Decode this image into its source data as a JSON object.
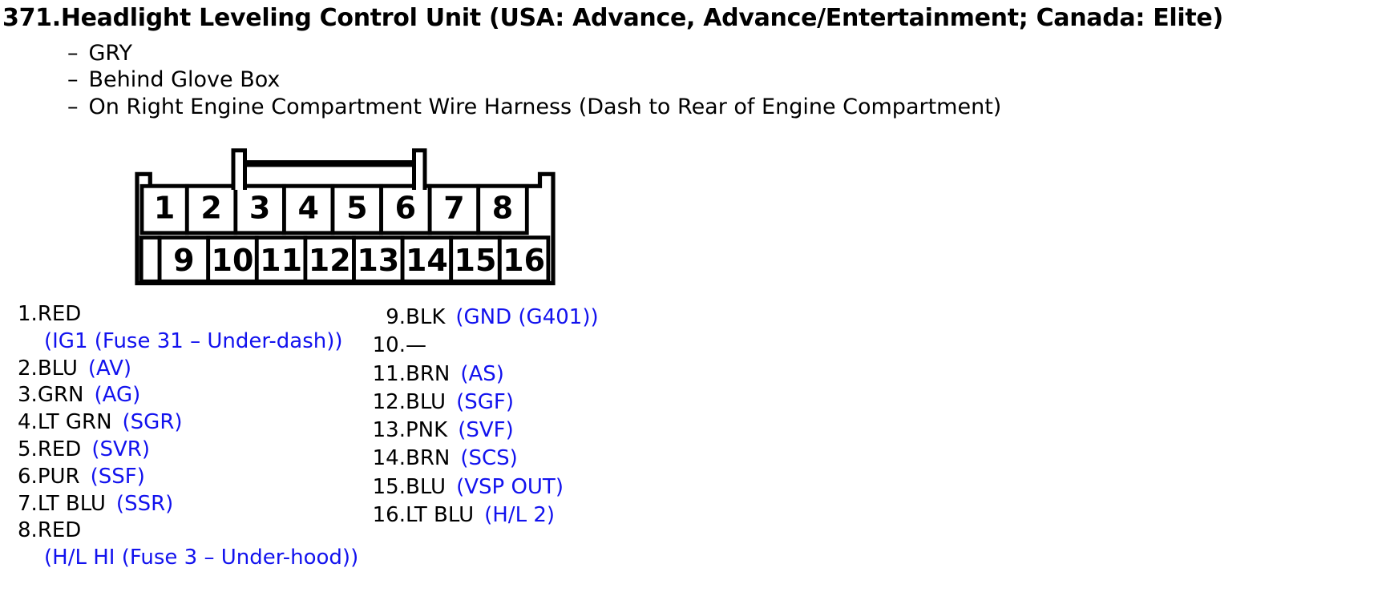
{
  "title": "371.Headlight Leveling Control Unit (USA: Advance, Advance/Entertainment; Canada: Elite)",
  "notes": {
    "marker": "–",
    "items": [
      "GRY",
      "Behind Glove Box",
      "On Right Engine Compartment Wire Harness (Dash to Rear of Engine Compartment)"
    ]
  },
  "connector": {
    "description": "16-pin connector, front view",
    "top_row_pins": [
      "1",
      "2",
      "3",
      "4",
      "5",
      "6",
      "7",
      "8"
    ],
    "bottom_row_pins": [
      "9",
      "10",
      "11",
      "12",
      "13",
      "14",
      "15",
      "16"
    ]
  },
  "pin_list": {
    "left": [
      {
        "num": "1.",
        "wire": "RED",
        "signal": ""
      },
      {
        "cont": "(IG1 (Fuse 31 – Under-dash))"
      },
      {
        "num": "2.",
        "wire": "BLU",
        "signal": "(AV)"
      },
      {
        "num": "3.",
        "wire": "GRN",
        "signal": "(AG)"
      },
      {
        "num": "4.",
        "wire": "LT GRN",
        "signal": "(SGR)"
      },
      {
        "num": "5.",
        "wire": "RED",
        "signal": "(SVR)"
      },
      {
        "num": "6.",
        "wire": "PUR",
        "signal": "(SSF)"
      },
      {
        "num": "7.",
        "wire": "LT BLU",
        "signal": "(SSR)"
      },
      {
        "num": "8.",
        "wire": "RED",
        "signal": ""
      },
      {
        "cont": "(H/L HI (Fuse 3 – Under-hood))"
      }
    ],
    "right": [
      {
        "num": "9.",
        "wire": "BLK",
        "signal": "(GND (G401))"
      },
      {
        "num": "10.",
        "wire": "—",
        "signal": ""
      },
      {
        "num": "11.",
        "wire": "BRN",
        "signal": "(AS)"
      },
      {
        "num": "12.",
        "wire": "BLU",
        "signal": "(SGF)"
      },
      {
        "num": "13.",
        "wire": "PNK",
        "signal": "(SVF)"
      },
      {
        "num": "14.",
        "wire": "BRN",
        "signal": "(SCS)"
      },
      {
        "num": "15.",
        "wire": "BLU",
        "signal": "(VSP OUT)"
      },
      {
        "num": "16.",
        "wire": "LT BLU",
        "signal": "(H/L 2)"
      }
    ]
  },
  "colors": {
    "signal_blue": "#1212ee",
    "text_black": "#000000"
  }
}
